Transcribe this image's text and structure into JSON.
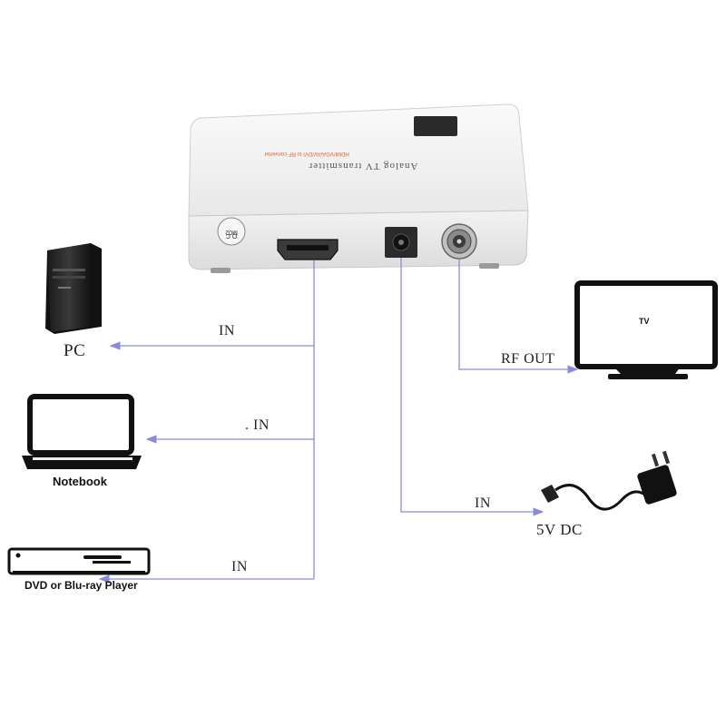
{
  "device": {
    "name_text": "Analog TV transmitter",
    "small_text": "HDMI/VGA/AV/DVI to RF converter",
    "qc_label": "Q.C",
    "qc_sub": "M02"
  },
  "devices": {
    "pc": "PC",
    "notebook": "Notebook",
    "dvd": "DVD or Blu-ray Player",
    "tv_screen": "TV",
    "power": "5V DC"
  },
  "connections": {
    "pc_in": "IN",
    "notebook_in": ". IN",
    "dvd_in": "IN",
    "power_in": "IN",
    "rf_out": "RF OUT"
  },
  "colors": {
    "line": "#8a8ae0",
    "device_body": "#f4f4f4",
    "outline": "#222222"
  },
  "icons": [
    "pc-tower-icon",
    "notebook-icon",
    "dvd-player-icon",
    "tv-icon",
    "power-adapter-icon"
  ]
}
